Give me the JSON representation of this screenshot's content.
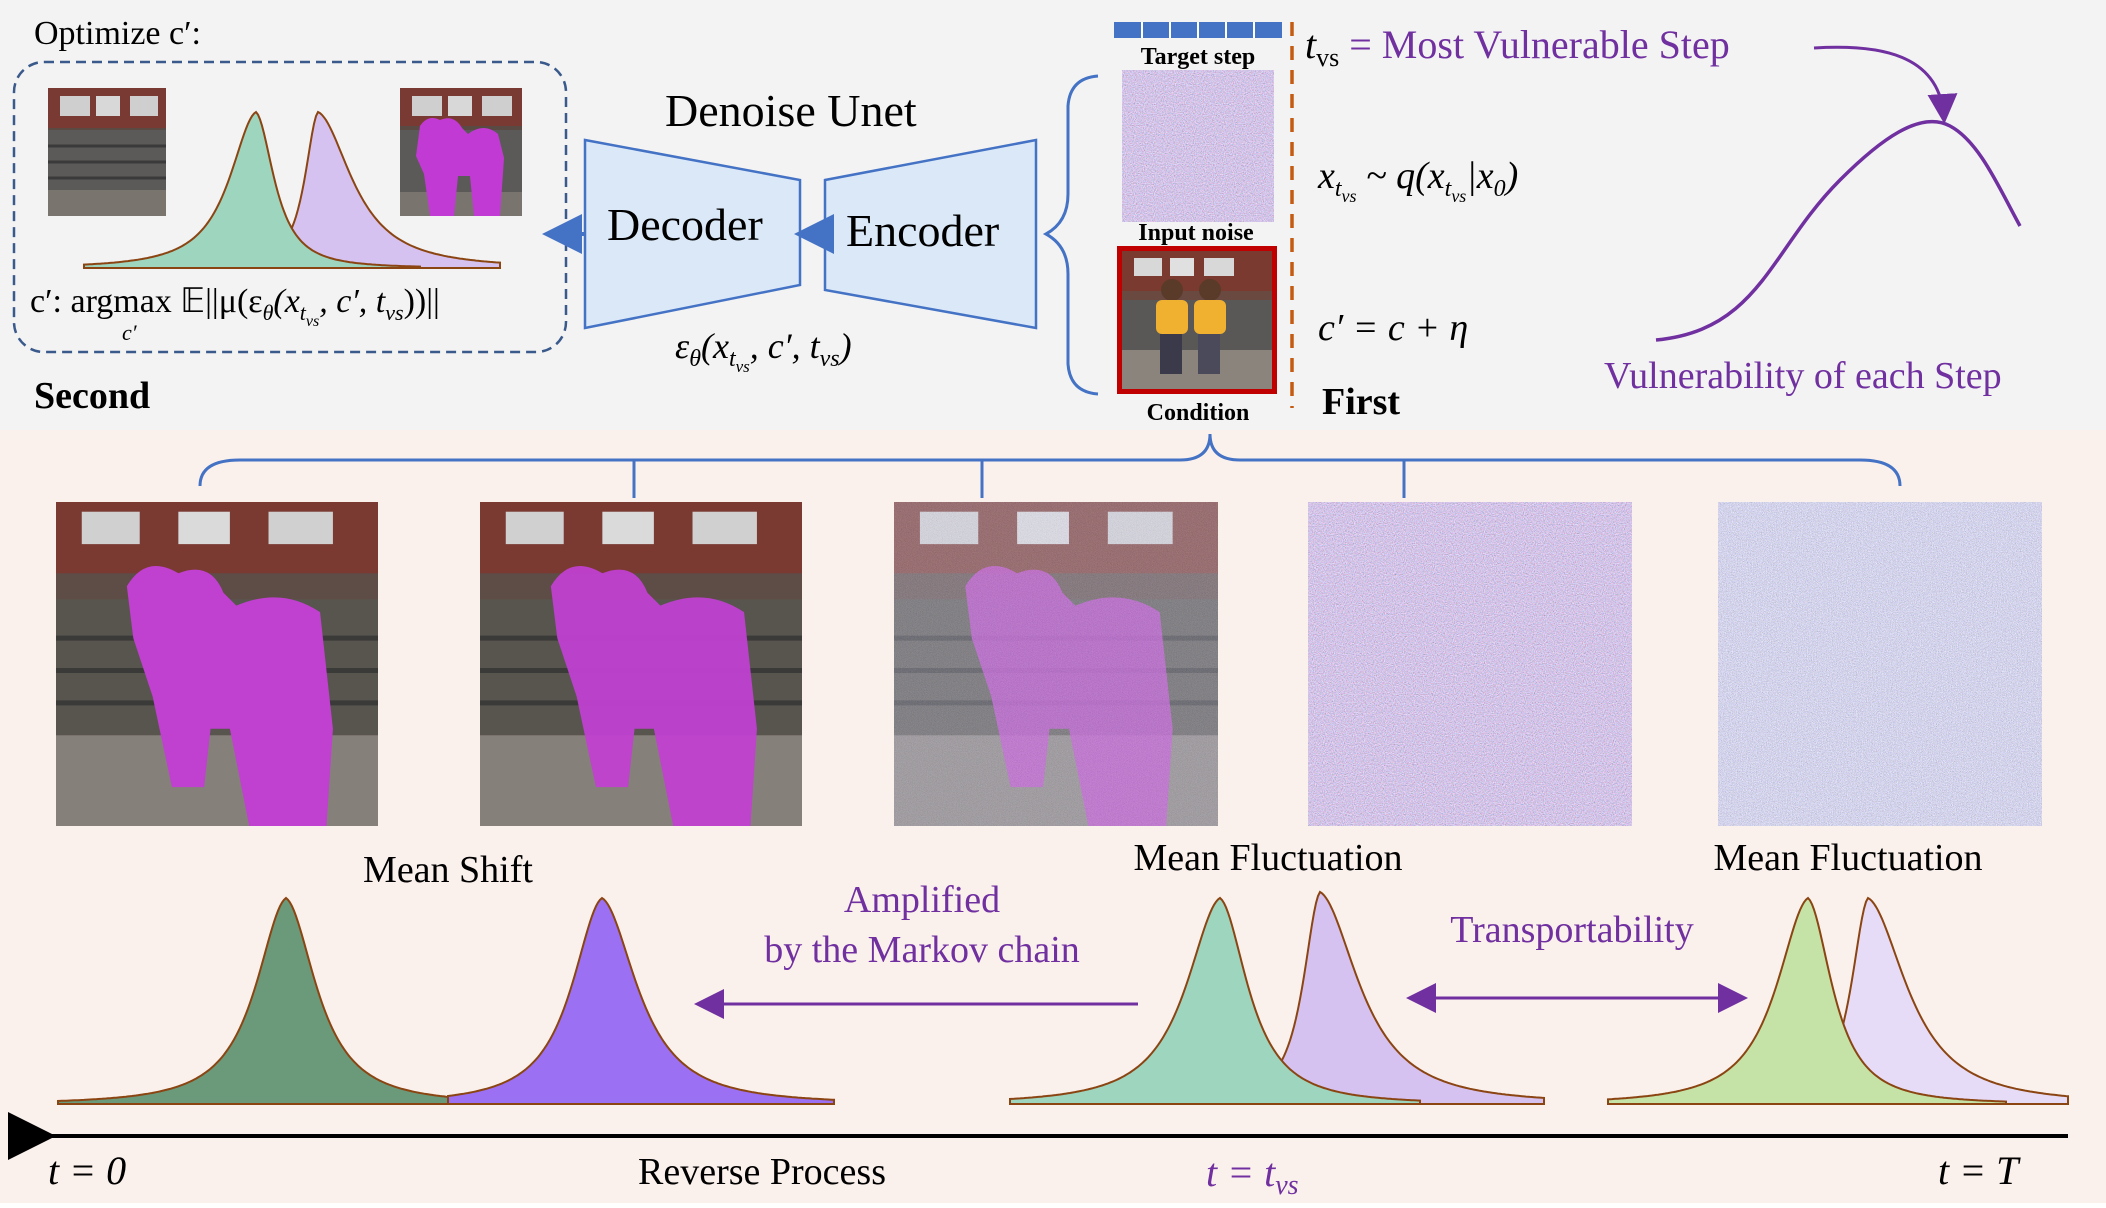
{
  "colors": {
    "top_bg": "#f3f3f3",
    "bottom_bg": "#fbf1ec",
    "blue": "#4472c4",
    "unet_fill": "#dae8f8",
    "purple": "#7030a0",
    "orange": "#c55a11",
    "condition_border": "#c00000",
    "green_dark": "#6a9a7a",
    "green_teal": "#9ed5bf",
    "green_light": "#c5e3a6",
    "violet_strong": "#9b70f2",
    "violet_soft": "#d6c2f0",
    "violet_pale": "#e7dcf7",
    "curve_edge": "#8b4513",
    "magenta": "#c040d0"
  },
  "top": {
    "optimize_label": "Optimize c′:",
    "argmax_formula": "c′: argmax 𝔼||μ(ε",
    "argmax_formula_tail": "(x",
    "argmax_formula_tail2": ", c′, t",
    "argmax_formula_end": "))||",
    "argmax_sub_c": "c′",
    "argmax_theta": "θ",
    "argmax_tvs_t": "t",
    "argmax_tvs_vs": "vs",
    "second_label": "Second",
    "first_label": "First",
    "denoise_title": "Denoise Unet",
    "decoder_label": "Decoder",
    "encoder_label": "Encoder",
    "eps_formula": "ε",
    "eps_theta": "θ",
    "eps_args_a": "(x",
    "eps_args_b": ", c′, t",
    "eps_args_c": ")",
    "eps_t": "t",
    "eps_vs": "vs",
    "target_step_label": "Target step",
    "input_noise_label": "Input noise",
    "condition_label": "Condition",
    "tvs_t": "t",
    "tvs_sub": "vs",
    "tvs_text": " = Most Vulnerable Step",
    "xt_formula_a": "x",
    "xt_formula_b": " ~ q(x",
    "xt_formula_c": "|x",
    "xt_formula_d": "0",
    "xt_formula_e": ")",
    "xt_t": "t",
    "xt_vs": "vs",
    "c_eq": "c′ = c + η",
    "vulnerability_label": "Vulnerability of each Step"
  },
  "bottom": {
    "mean_shift": "Mean Shift",
    "mean_fluct_1": "Mean Fluctuation",
    "mean_fluct_2": "Mean Fluctuation",
    "amplified_1": "Amplified",
    "amplified_2": "by the Markov chain",
    "transportability": "Transportability",
    "t0": "t = 0",
    "reverse_process": "Reverse Process",
    "t_eq": "t = t",
    "t_eq_sub": "vs",
    "tT": "t = T"
  },
  "icons": {
    "arrow": "left-arrow-icon",
    "double_arrow": "double-arrow-icon",
    "brace": "curly-brace-icon",
    "bell": "bell-curve-icon"
  }
}
